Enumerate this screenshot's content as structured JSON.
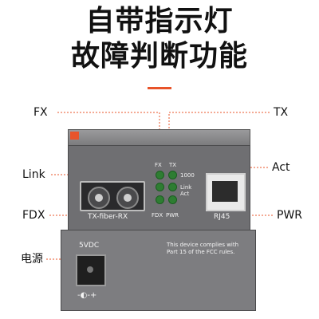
{
  "heading": {
    "line1": "自带指示灯",
    "line2": "故障判断功能"
  },
  "callouts": {
    "fx": "FX",
    "tx": "TX",
    "link": "Link",
    "act": "Act",
    "fdx": "FDX",
    "pwr": "PWR",
    "power": "电源"
  },
  "device": {
    "led_fx": "FX",
    "led_tx": "TX",
    "led_1000": "1000",
    "led_link_act_1": "Link",
    "led_link_act_2": "Act",
    "led_fdx": "FDX",
    "led_pwr": "PWR",
    "fiber_port_label": "TX-fiber-RX",
    "rj45_label": "RJ45",
    "dc_label": "5VDC",
    "fcc_line1": "This device complies with",
    "fcc_line2": "Part 15 of the FCC rules.",
    "polarity": "-◐-+"
  },
  "colors": {
    "accent": "#e8542a",
    "led_green": "#2e7d32",
    "device_gray": "#6f6f72"
  }
}
